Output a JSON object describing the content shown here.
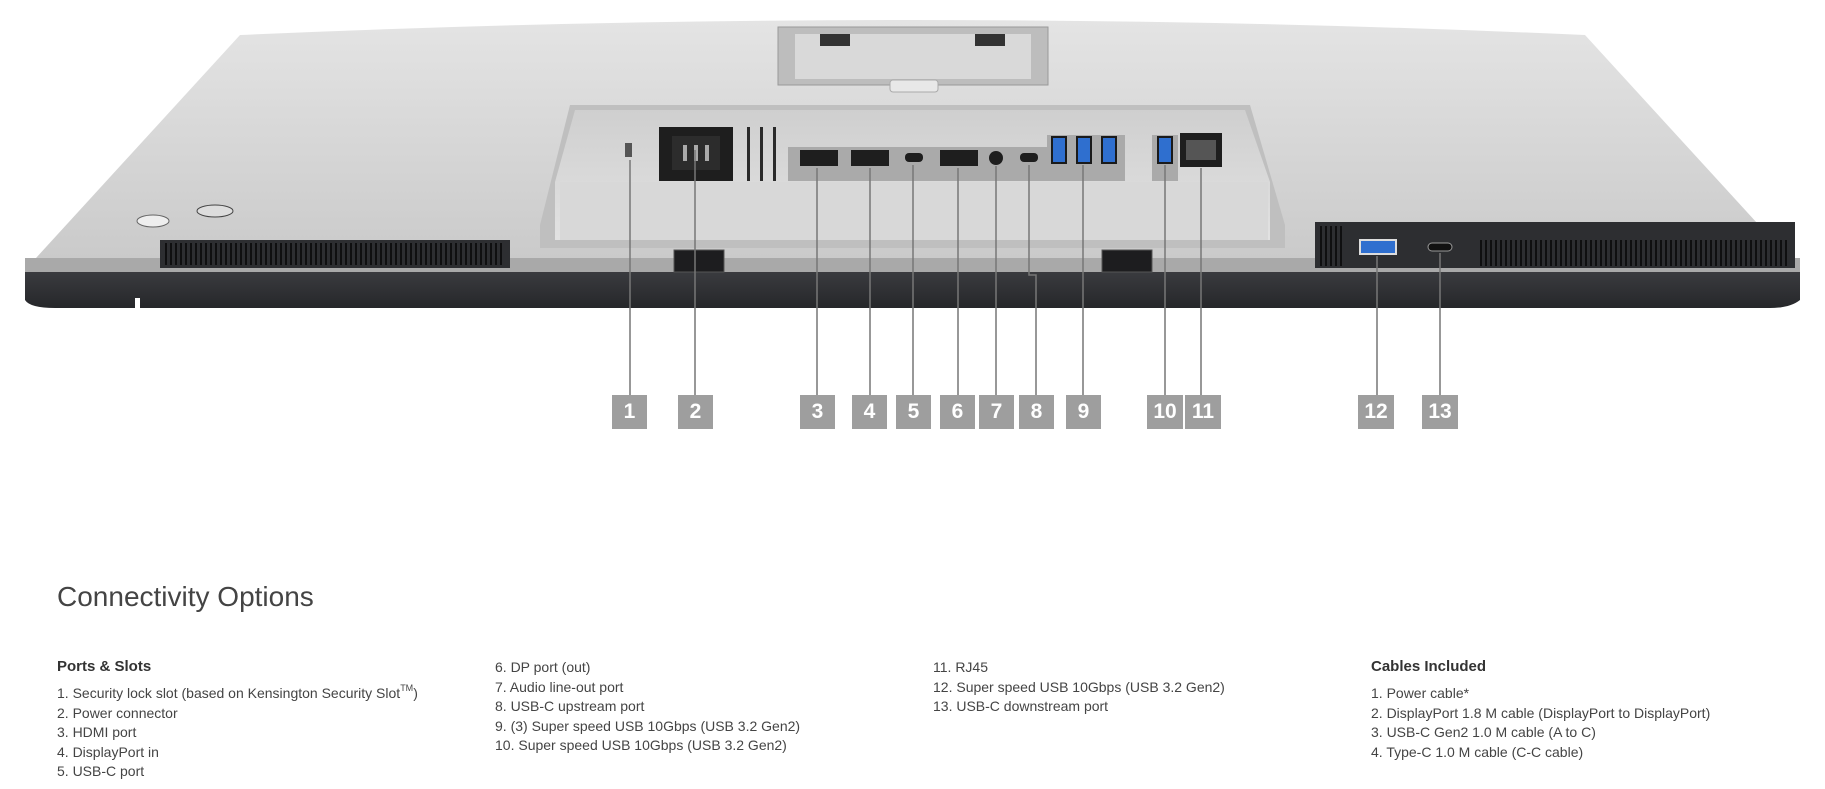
{
  "heading": "Connectivity Options",
  "callouts": [
    "1",
    "2",
    "3",
    "4",
    "5",
    "6",
    "7",
    "8",
    "9",
    "10",
    "11",
    "12",
    "13"
  ],
  "ports": {
    "title": "Ports & Slots",
    "items_col1": [
      {
        "text": "1. Security lock slot (based on Kensington Security Slot",
        "sup": "TM",
        "tail": ")"
      },
      {
        "text": "2. Power connector"
      },
      {
        "text": "3. HDMI port"
      },
      {
        "text": "4. DisplayPort in"
      },
      {
        "text": "5. USB-C port"
      }
    ],
    "items_col2": [
      "6. DP port (out)",
      "7. Audio line-out port",
      "8. USB-C upstream port",
      "9. (3) Super speed USB 10Gbps (USB 3.2 Gen2)",
      "10. Super speed USB 10Gbps (USB 3.2 Gen2)"
    ],
    "items_col3": [
      "11. RJ45",
      "12. Super speed USB 10Gbps (USB 3.2 Gen2)",
      "13. USB-C downstream port"
    ]
  },
  "cables": {
    "title": "Cables Included",
    "items": [
      "1. Power cable*",
      "2. DisplayPort 1.8 M cable (DisplayPort to DisplayPort)",
      "3. USB-C Gen2 1.0 M cable (A to C)",
      "4. Type-C 1.0 M cable (C-C cable)"
    ]
  },
  "colors": {
    "badge": "#9e9e9e",
    "bezel": "#d6d6d6",
    "base": "#2e2f33",
    "usb_blue": "#2f6fcf"
  }
}
